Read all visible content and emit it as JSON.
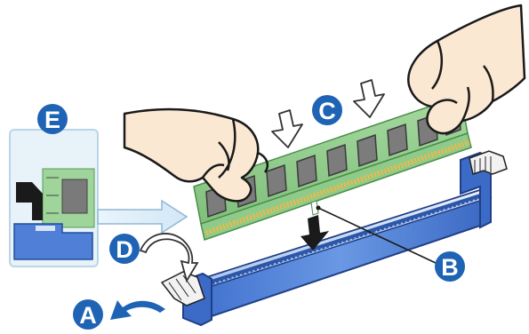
{
  "callouts": {
    "a": "A",
    "b": "B",
    "c": "C",
    "d": "D",
    "e": "E"
  },
  "colors": {
    "callout_blue": "#1f63b5",
    "pcb_green": "#8ecb8a",
    "chip_gray": "#777777",
    "slot_blue": "#4f7fd6",
    "slot_light": "#bcd3f2",
    "skin": "#fbe8d3",
    "inset_bg": "#e7f2f9",
    "inset_border": "#b9d6e8",
    "gold": "#f0b848"
  }
}
